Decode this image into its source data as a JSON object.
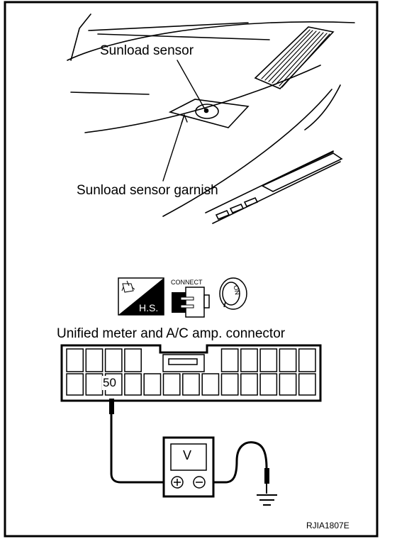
{
  "labels": {
    "sunload_sensor": "Sunload sensor",
    "garnish": "Sunload sensor garnish",
    "connector": "Unified meter and A/C amp. connector",
    "pin_number": "50",
    "figure_code": "RJIA1807E"
  },
  "icons": {
    "hs_text": "H.S.",
    "connect_text": "CONNECT",
    "ignition_text": "ON",
    "hs_icon": "harness-side-icon",
    "connect_icon": "connector-connect-icon",
    "ignition_icon": "ignition-key-on-icon"
  },
  "meter": {
    "display": "V"
  },
  "colors": {
    "line": "#000000",
    "background": "#ffffff"
  }
}
